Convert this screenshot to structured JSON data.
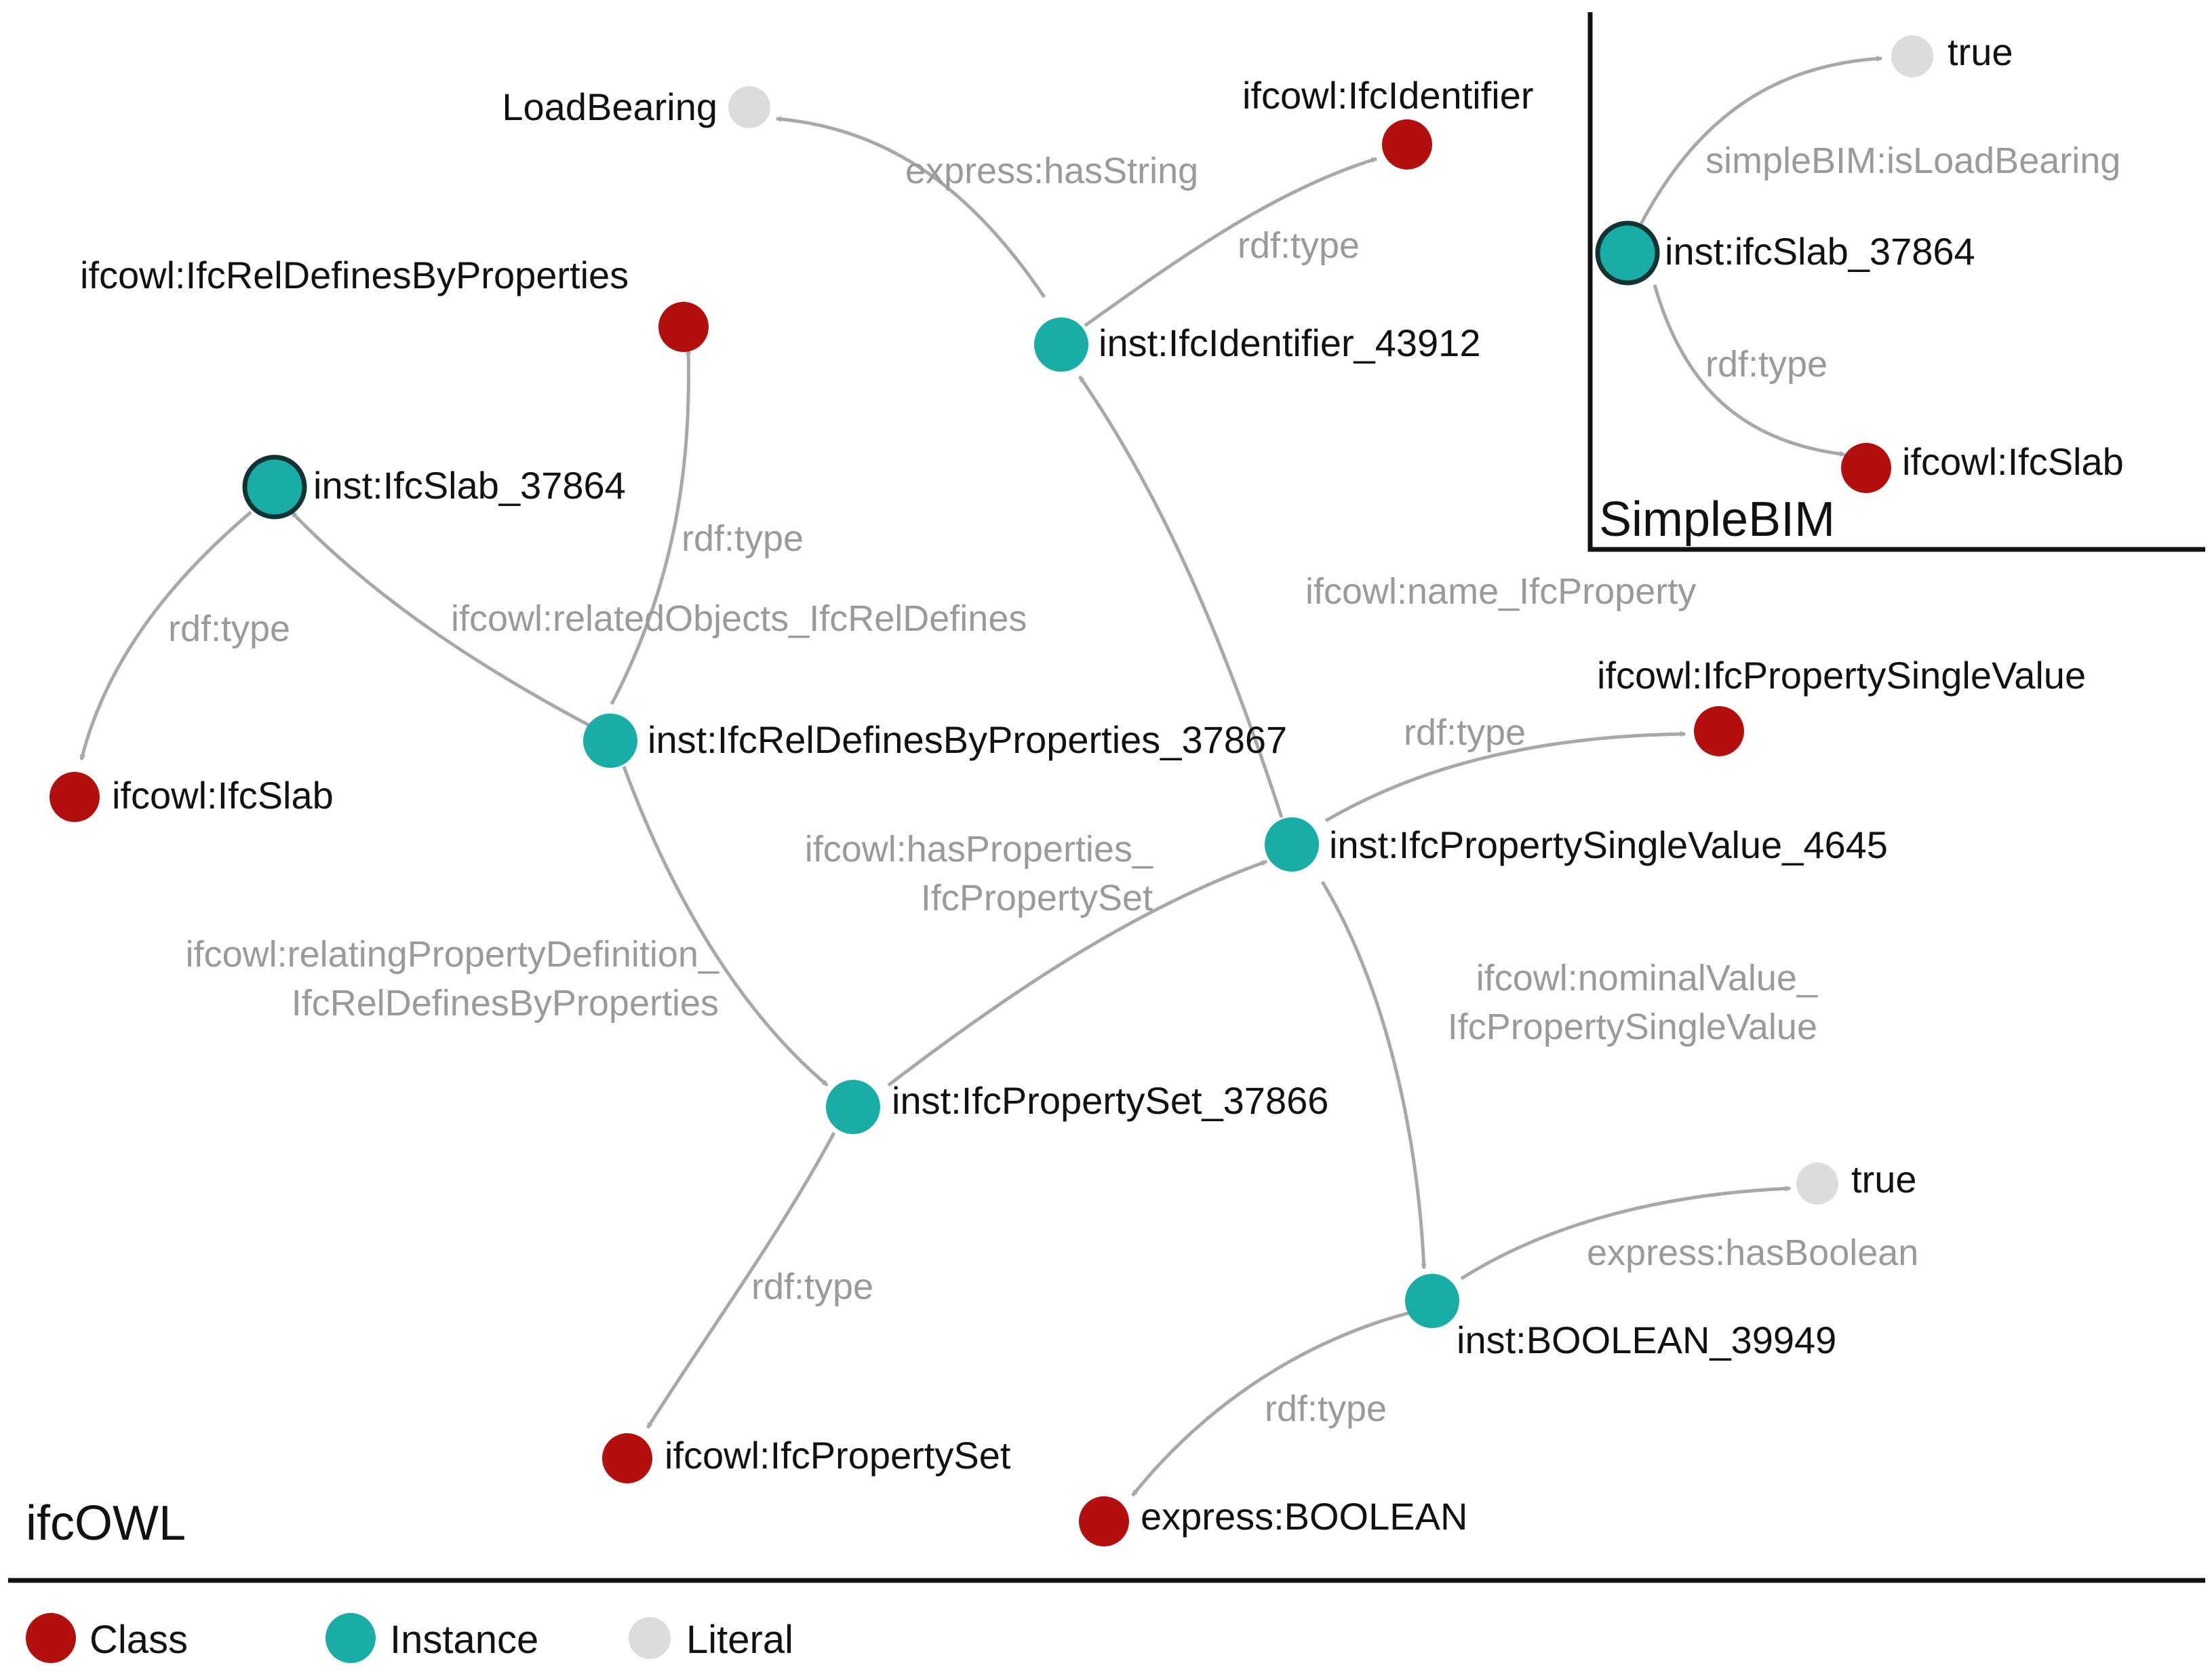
{
  "colors": {
    "class": "#b40f0f",
    "instance": "#1aada7",
    "literal": "#dcdcdc",
    "edge": "#a8a8a8",
    "edge_label": "#9a9a9a",
    "text": "#111111",
    "highlight_stroke": "#113333"
  },
  "panels": {
    "ifcowl_title": "ifcOWL",
    "simplebim_title": "SimpleBIM"
  },
  "legend": [
    {
      "id": "class",
      "label": "Class",
      "kind": "class"
    },
    {
      "id": "instance",
      "label": "Instance",
      "kind": "instance"
    },
    {
      "id": "literal",
      "label": "Literal",
      "kind": "literal"
    }
  ],
  "nodes": [
    {
      "id": "loadbearing",
      "label": "LoadBearing",
      "kind": "literal"
    },
    {
      "id": "ifcidentifier_class",
      "label": "ifcowl:IfcIdentifier",
      "kind": "class"
    },
    {
      "id": "ifcreldefines_class",
      "label": "ifcowl:IfcRelDefinesByProperties",
      "kind": "class"
    },
    {
      "id": "ifcidentifier_inst",
      "label": "inst:IfcIdentifier_43912",
      "kind": "instance"
    },
    {
      "id": "ifcslab_inst",
      "label": "inst:IfcSlab_37864",
      "kind": "instance",
      "highlight": true
    },
    {
      "id": "ifcslab_class",
      "label": "ifcowl:IfcSlab",
      "kind": "class"
    },
    {
      "id": "reldefines_inst",
      "label": "inst:IfcRelDefinesByProperties_37867",
      "kind": "instance"
    },
    {
      "id": "psv_class",
      "label": "ifcowl:IfcPropertySingleValue",
      "kind": "class"
    },
    {
      "id": "psv_inst",
      "label": "inst:IfcPropertySingleValue_4645",
      "kind": "instance"
    },
    {
      "id": "pset_inst",
      "label": "inst:IfcPropertySet_37866",
      "kind": "instance"
    },
    {
      "id": "pset_class",
      "label": "ifcowl:IfcPropertySet",
      "kind": "class"
    },
    {
      "id": "true_literal",
      "label": "true",
      "kind": "literal"
    },
    {
      "id": "boolean_inst",
      "label": "inst:BOOLEAN_39949",
      "kind": "instance"
    },
    {
      "id": "boolean_class",
      "label": "express:BOOLEAN",
      "kind": "class"
    },
    {
      "id": "sb_true",
      "label": "true",
      "kind": "literal"
    },
    {
      "id": "sb_slab_inst",
      "label": "inst:ifcSlab_37864",
      "kind": "instance",
      "highlight": true
    },
    {
      "id": "sb_slab_class",
      "label": "ifcowl:IfcSlab",
      "kind": "class"
    }
  ],
  "edges": [
    {
      "id": "e1",
      "label": [
        "express:hasString"
      ]
    },
    {
      "id": "e2",
      "label": [
        "rdf:type"
      ]
    },
    {
      "id": "e3",
      "label": [
        "rdf:type"
      ]
    },
    {
      "id": "e4",
      "label": [
        "ifcowl:relatedObjects_IfcRelDefines"
      ]
    },
    {
      "id": "e5",
      "label": [
        "rdf:type"
      ]
    },
    {
      "id": "e6",
      "label": [
        "ifcowl:name_IfcProperty"
      ]
    },
    {
      "id": "e7",
      "label": [
        "rdf:type"
      ]
    },
    {
      "id": "e8",
      "label": [
        "ifcowl:relatingPropertyDefinition_",
        "IfcRelDefinesByProperties"
      ]
    },
    {
      "id": "e9",
      "label": [
        "ifcowl:hasProperties_",
        "IfcPropertySet"
      ]
    },
    {
      "id": "e10",
      "label": [
        "ifcowl:nominalValue_",
        "IfcPropertySingleValue"
      ]
    },
    {
      "id": "e11",
      "label": [
        "rdf:type"
      ]
    },
    {
      "id": "e12",
      "label": [
        "express:hasBoolean"
      ]
    },
    {
      "id": "e13",
      "label": [
        "rdf:type"
      ]
    },
    {
      "id": "e14",
      "label": [
        "simpleBIM:isLoadBearing"
      ]
    },
    {
      "id": "e15",
      "label": [
        "rdf:type"
      ]
    }
  ]
}
